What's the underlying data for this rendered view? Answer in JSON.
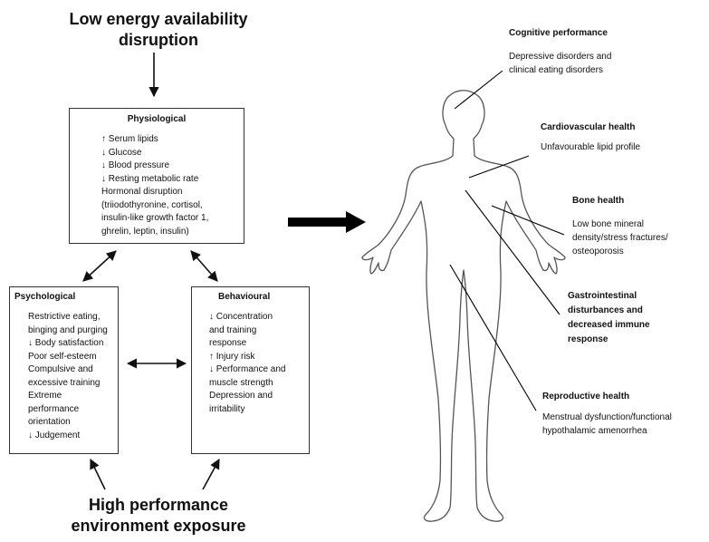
{
  "top_title": [
    "Low energy availability",
    "disruption"
  ],
  "bottom_title": [
    "High performance",
    "environment exposure"
  ],
  "physiological": {
    "title": "Physiological",
    "lines": [
      "↑ Serum lipids",
      "↓ Glucose",
      "↓ Blood pressure",
      "↓ Resting metabolic rate",
      "Hormonal disruption",
      "(triiodothyronine, cortisol,",
      "insulin-like growth factor 1,",
      "ghrelin, leptin, insulin)"
    ]
  },
  "psychological": {
    "title": "Psychological",
    "lines": [
      "Restrictive eating,",
      "binging and purging",
      "↓ Body satisfaction",
      "Poor self-esteem",
      "Compulsive and",
      "excessive training",
      "Extreme",
      "performance",
      "orientation",
      "↓ Judgement"
    ]
  },
  "behavioural": {
    "title": "Behavioural",
    "lines": [
      "↓ Concentration",
      "and training",
      "response",
      "↑ Injury risk",
      "↓ Performance and",
      "muscle strength",
      "Depression and",
      "irritability"
    ]
  },
  "outcomes": {
    "cognitive": {
      "title": "Cognitive performance",
      "lines": [
        "Depressive disorders and",
        "clinical eating disorders"
      ]
    },
    "cardio": {
      "title": "Cardiovascular health",
      "lines": [
        "Unfavourable lipid profile"
      ]
    },
    "bone": {
      "title": "Bone health",
      "lines": [
        "Low bone mineral",
        "density/stress fractures/",
        "osteoporosis"
      ]
    },
    "gastro": {
      "title": [
        "Gastrointestinal",
        "disturbances and",
        "decreased immune",
        "response"
      ]
    },
    "repro": {
      "title": "Reproductive health",
      "lines": [
        "Menstrual dysfunction/functional",
        "hypothalamic amenorrhea"
      ]
    }
  }
}
